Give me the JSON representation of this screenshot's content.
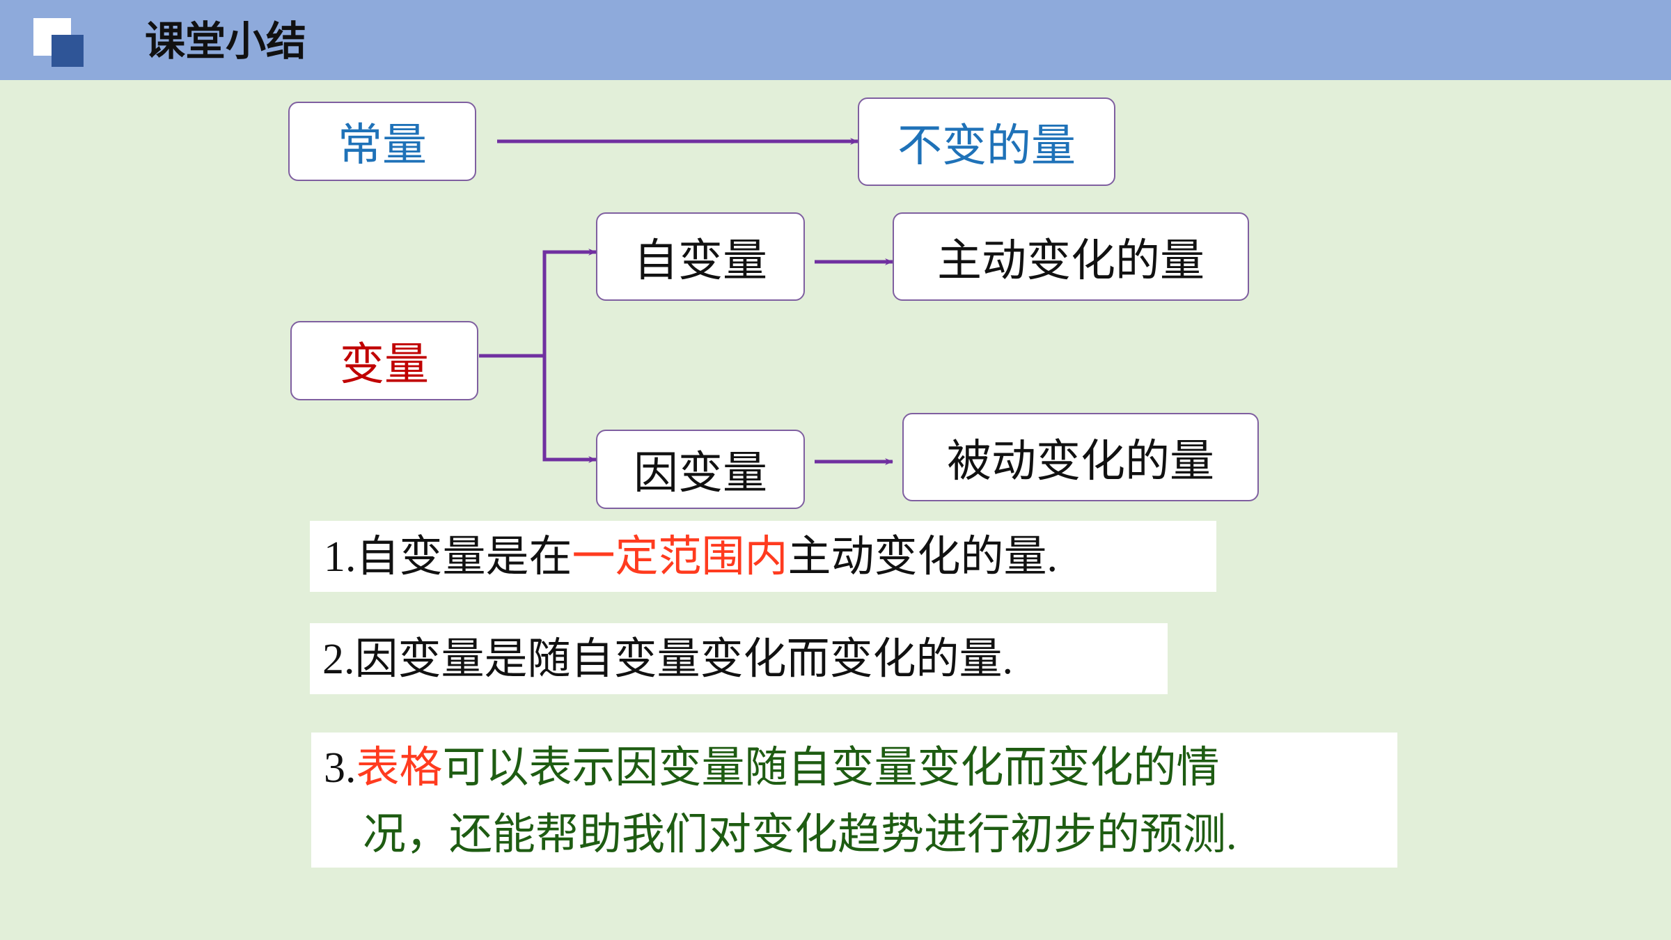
{
  "header": {
    "title": "课堂小结"
  },
  "diagram": {
    "constant": {
      "label": "常量",
      "meaning": "不变的量"
    },
    "variable": {
      "label": "变量",
      "independent": {
        "label": "自变量",
        "meaning": "主动变化的量"
      },
      "dependent": {
        "label": "因变量",
        "meaning": "被动变化的量"
      }
    }
  },
  "notes": {
    "n1": {
      "num": "1.",
      "a": "自变量是在",
      "b": "一定范围内",
      "c": "主动变化的量",
      "end": "."
    },
    "n2": {
      "num": "2.",
      "a": "因变量是随自变量变化而变化的量",
      "end": "."
    },
    "n3": {
      "num": "3.",
      "a": "表格",
      "b": "可以表示因变量随自变量变化而变化的情",
      "c": "况，还能帮助我们对变化趋势进行初步的预测",
      "end": "."
    }
  },
  "colors": {
    "header": "#8eaadb",
    "background": "#e2efd9",
    "connector": "#7030a0",
    "constant": "#1f72b8",
    "variable": "#c00000"
  }
}
